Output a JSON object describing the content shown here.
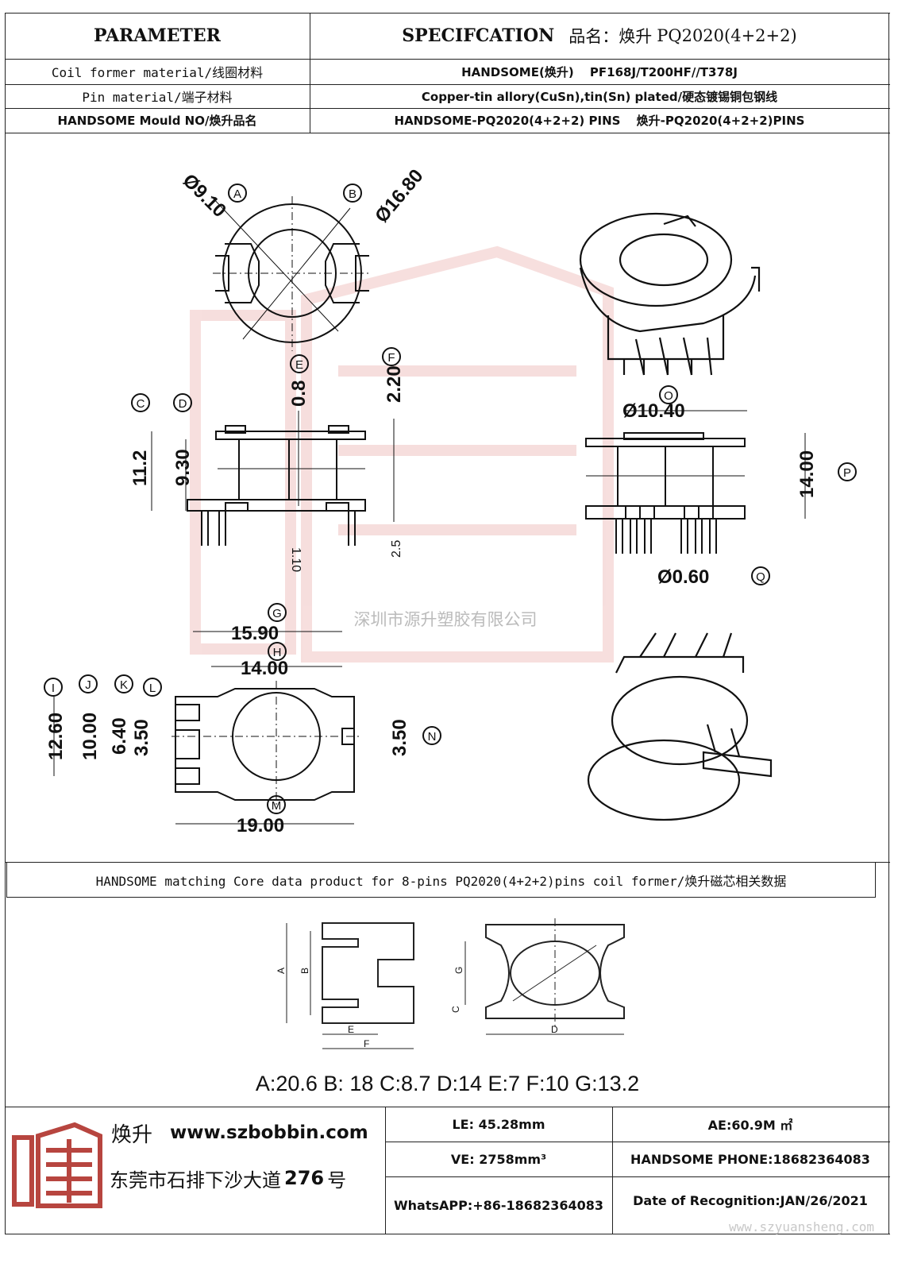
{
  "header": {
    "parameter": "PARAMETER",
    "specification": "SPECIFCATION",
    "product_name_label": "品名：焕升",
    "product_name_value": "PQ2020(4+2+2)"
  },
  "rows": [
    {
      "label": "Coil former material/线圈材料",
      "value": "HANDSOME(焕升)　 PF168J/T200HF//T378J"
    },
    {
      "label": "Pin material/端子材料",
      "value": "Copper-tin allory(CuSn),tin(Sn) plated/硬态镀锡铜包钢线"
    },
    {
      "label": "HANDSOME Mould NO/焕升品名",
      "value": "HANDSOME-PQ2020(4+2+2) PINS　 焕升-PQ2020(4+2+2)PINS"
    }
  ],
  "drawing": {
    "top_view": {
      "d1": "Ø9.10",
      "m1": "A",
      "d2": "Ø16.80",
      "m2": "B"
    },
    "side_view": {
      "m_c": "C",
      "m_d": "D",
      "m_e": "E",
      "m_f": "F",
      "h_total": "11.2",
      "h_inner": "9.30",
      "flange": "0.8",
      "top": "2.20",
      "base": "1.10",
      "pin": "2.5"
    },
    "front_view": {
      "dia": "Ø10.40",
      "m_o": "O",
      "height": "14.00",
      "m_p": "P",
      "pin_dia": "Ø0.60",
      "m_q": "Q"
    },
    "company_watermark": "深圳市源升塑胶有限公司",
    "bottom_view": {
      "w1": "15.90",
      "m_g": "G",
      "w2": "14.00",
      "m_h": "H",
      "m_i": "I",
      "m_j": "J",
      "m_k": "K",
      "m_l": "L",
      "h1": "12.60",
      "h2": "10.00",
      "h3": "6.40",
      "h4": "3.50",
      "slot": "3.50",
      "m_n": "N",
      "w3": "19.00",
      "m_m": "M"
    }
  },
  "core_title": "HANDSOME matching Core data  product for 8-pins PQ2020(4+2+2)pins coil former/焕升磁芯相关数据",
  "core_labels": {
    "a": "A",
    "b": "B",
    "e": "E",
    "f": "F",
    "g": "G",
    "c": "C",
    "d": "D"
  },
  "core_values": "A:20.6 B: 18 C:8.7 D:14 E:7 F:10 G:13.2",
  "footer": {
    "brand": "焕升",
    "website": "www.szbobbin.com",
    "address_prefix": "东莞市石排下沙大道",
    "address_number": "276",
    "address_suffix": "号",
    "le": "LE: 45.28mm",
    "ae": "AE:60.9M ㎡",
    "ve": "VE: 2758mm³",
    "phone": "HANDSOME PHONE:18682364083",
    "whatsapp": "WhatsAPP:+86-18682364083",
    "date": "Date of Recognition:JAN/26/2021",
    "watermark_url": "www.szyuansheng.com"
  },
  "colors": {
    "border": "#222222",
    "watermark": "#e8a3a0",
    "logo": "#b7453f"
  }
}
